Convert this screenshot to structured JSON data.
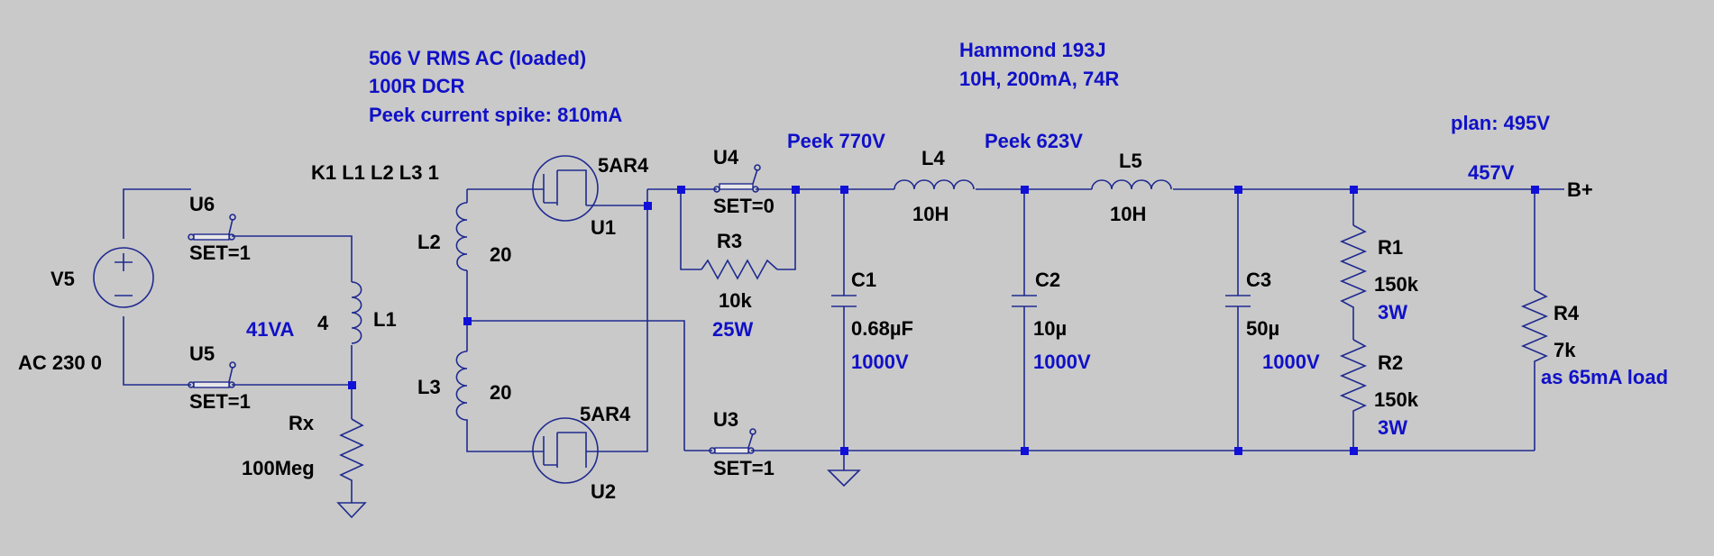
{
  "colors": {
    "background": "#c9c9c9",
    "wire": "#1f2a8f",
    "label": "#000000",
    "annotation": "#1010c8",
    "junction": "#1010d8"
  },
  "notes": {
    "transformer_volts": "506 V RMS AC (loaded)",
    "transformer_dcr": "100R DCR",
    "peak_current": "Peek current spike: 810mA",
    "choke_model": "Hammond 193J",
    "choke_spec": "10H, 200mA, 74R",
    "peak1": "Peek 770V",
    "peak2": "Peek 623V",
    "plan": "plan: 495V",
    "measured": "457V",
    "va": "41VA"
  },
  "directive": "K1 L1 L2 L3 1",
  "source": {
    "name": "V5",
    "value": "AC 230 0"
  },
  "switches": {
    "u6": {
      "name": "U6",
      "value": "SET=1"
    },
    "u5": {
      "name": "U5",
      "value": "SET=1"
    },
    "u4": {
      "name": "U4",
      "value": "SET=0"
    },
    "u3": {
      "name": "U3",
      "value": "SET=1"
    }
  },
  "inductors": {
    "l1": {
      "name": "L1",
      "value": "4"
    },
    "l2": {
      "name": "L2",
      "value": "20"
    },
    "l3": {
      "name": "L3",
      "value": "20"
    },
    "l4": {
      "name": "L4",
      "value": "10H"
    },
    "l5": {
      "name": "L5",
      "value": "10H"
    }
  },
  "diodes": {
    "u1": {
      "name": "U1",
      "value": "5AR4"
    },
    "u2": {
      "name": "U2",
      "value": "5AR4"
    }
  },
  "resistors": {
    "rx": {
      "name": "Rx",
      "value": "100Meg"
    },
    "r3": {
      "name": "R3",
      "value": "10k",
      "rating": "25W"
    },
    "r1": {
      "name": "R1",
      "value": "150k",
      "rating": "3W"
    },
    "r2": {
      "name": "R2",
      "value": "150k",
      "rating": "3W"
    },
    "r4": {
      "name": "R4",
      "value": "7k",
      "note": "as 65mA load"
    }
  },
  "capacitors": {
    "c1": {
      "name": "C1",
      "value": "0.68µF",
      "rating": "1000V"
    },
    "c2": {
      "name": "C2",
      "value": "10µ",
      "rating": "1000V"
    },
    "c3": {
      "name": "C3",
      "value": "50µ",
      "rating": "1000V"
    }
  },
  "output": {
    "label": "B+"
  }
}
